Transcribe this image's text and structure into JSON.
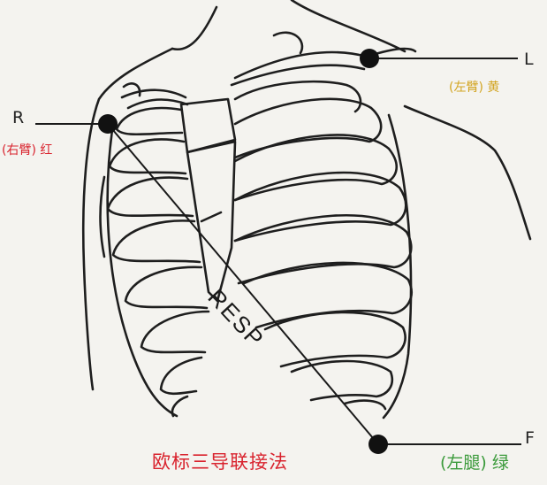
{
  "electrodes": {
    "R": {
      "label": "R",
      "sublabel": "(右臂) 红",
      "color": "#d9232e"
    },
    "L": {
      "label": "L",
      "sublabel": "(左臂) 黄",
      "color": "#d2a420"
    },
    "F": {
      "label": "F",
      "sublabel": "(左腿) 绿",
      "color": "#3a9a3a"
    }
  },
  "resp_label": "RESP",
  "caption": "欧标三导联接法",
  "icons": [
    "electrode-dot"
  ],
  "colors": {
    "background": "#f4f3ef",
    "line": "#1a1a1a",
    "caption": "#d9232e"
  }
}
